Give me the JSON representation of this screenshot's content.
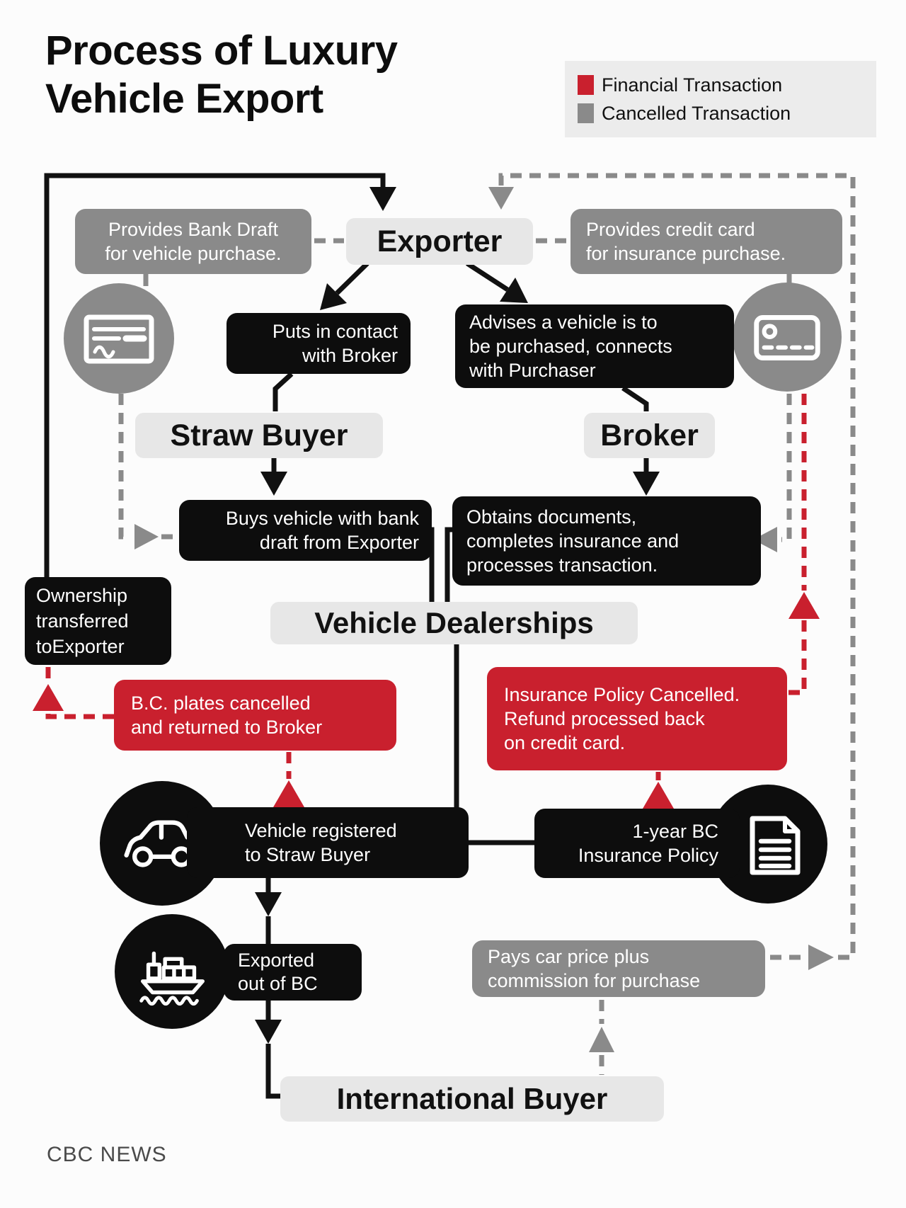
{
  "title": {
    "text": "Process of Luxury\nVehicle Export"
  },
  "legend": {
    "items": [
      {
        "label": "Financial Transaction",
        "swatch_color": "#c9202e"
      },
      {
        "label": "Cancelled Transaction",
        "swatch_color": "#8a8a8a"
      }
    ]
  },
  "colors": {
    "financial_red": "#c9202e",
    "cancelled_gray": "#8a8a8a",
    "flow_black": "#111111",
    "node_black": "#0d0d0d",
    "entity_light_gray": "#e7e7e7",
    "legend_bg": "#ececec"
  },
  "entities": {
    "exporter": "Exporter",
    "straw_buyer": "Straw Buyer",
    "broker": "Broker",
    "vehicle_dealerships": "Vehicle Dealerships",
    "international_buyer": "International Buyer"
  },
  "steps": {
    "provides_bank_draft": "Provides Bank Draft\nfor vehicle purchase.",
    "provides_credit_card": "Provides credit card\nfor insurance purchase.",
    "puts_in_contact": "Puts in contact\nwith Broker",
    "advises_vehicle": "Advises a vehicle is to\nbe purchased, connects\nwith Purchaser",
    "buys_vehicle": "Buys vehicle with bank\ndraft from Exporter",
    "obtains_documents": "Obtains documents,\ncompletes insurance and\nprocesses transaction.",
    "ownership_transferred": "Ownership\ntransferred\ntoExporter",
    "bc_plates_cancelled": "B.C. plates cancelled\nand returned to Broker",
    "insurance_cancelled": "Insurance Policy Cancelled.\nRefund processed back\non credit card.",
    "vehicle_registered": "Vehicle registered\nto Straw Buyer",
    "one_year_policy": "1-year BC\nInsurance Policy",
    "exported_out": "Exported\nout of BC",
    "pays_car_price": "Pays car price plus\ncommission for purchase"
  },
  "icons": {
    "bank_draft": "cheque-icon",
    "credit_card": "credit-card-icon",
    "vehicle_registered": "car-icon",
    "insurance_policy": "document-icon",
    "exported": "ship-icon"
  },
  "footer": {
    "credit": "CBC NEWS"
  }
}
